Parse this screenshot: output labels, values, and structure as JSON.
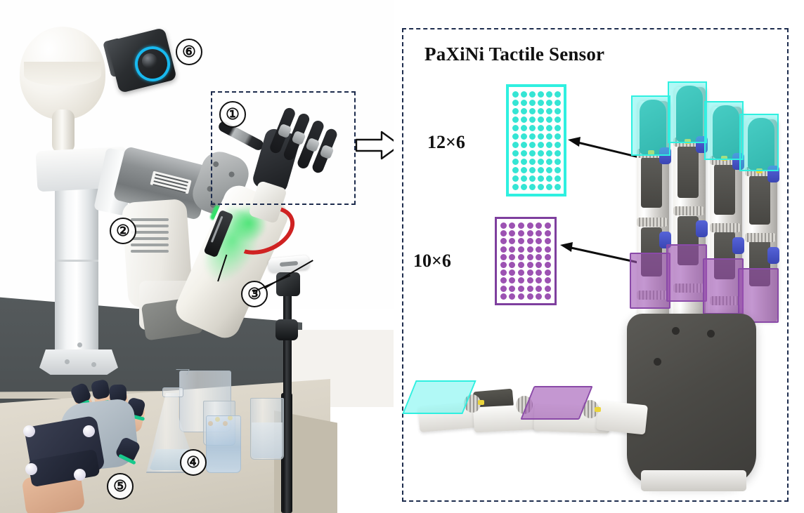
{
  "figure": {
    "left_panel": {
      "name": "robot-platform-photo",
      "callouts": [
        {
          "id": "callout-1",
          "label": "①",
          "refers_to": "dexterous-robotic-hand"
        },
        {
          "id": "callout-2",
          "label": "②",
          "refers_to": "robot-arm-joint"
        },
        {
          "id": "callout-3",
          "label": "③",
          "refers_to": "realsense-depth-camera-on-tripod"
        },
        {
          "id": "callout-4",
          "label": "④",
          "refers_to": "laboratory-glassware"
        },
        {
          "id": "callout-5",
          "label": "⑤",
          "refers_to": "data-glove"
        },
        {
          "id": "callout-6",
          "label": "⑥",
          "refers_to": "head-mounted-depth-camera"
        }
      ],
      "roi_box": {
        "name": "hand-region-of-interest",
        "style": "dashed",
        "color": "#1d2c4d"
      }
    },
    "transition_arrow": {
      "name": "expand-arrow",
      "direction": "right"
    },
    "right_panel": {
      "title": "PaXiNi Tactile Sensor",
      "border_color": "#1d2c4d",
      "sensors": [
        {
          "name": "fingertip-sensor",
          "label": "12×6",
          "rows": 12,
          "cols": 6,
          "color": "#2ff0e0",
          "dot_color": "#35e5d4",
          "mounted_on": "fingertip"
        },
        {
          "name": "phalange-sensor",
          "label": "10×6",
          "rows": 10,
          "cols": 6,
          "color": "#8a4aa8",
          "dot_color": "#9c52b2",
          "mounted_on": "middle-phalange"
        }
      ],
      "hand_model": {
        "name": "paxini-dexterous-hand-render",
        "finger_count": 4,
        "has_thumb": true
      }
    }
  }
}
